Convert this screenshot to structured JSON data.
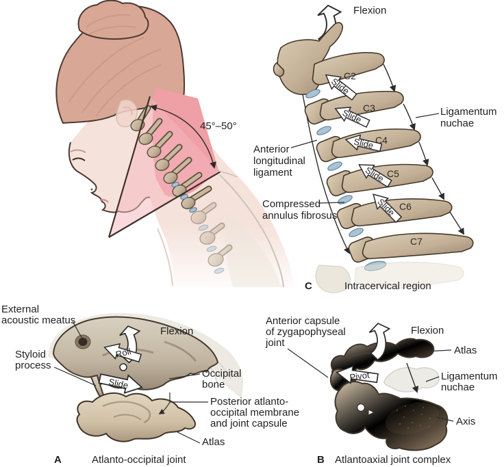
{
  "head": {
    "angle": "45°–50°"
  },
  "panelC": {
    "flexion": "Flexion",
    "slide": "Slide",
    "vertebrae": [
      "C2",
      "C3",
      "C4",
      "C5",
      "C6",
      "C7"
    ],
    "lig1": "Ligamentum",
    "lig2": "nuchae",
    "all1": "Anterior",
    "all2": "longitudinal",
    "all3": "ligament",
    "comp1": "Compressed",
    "comp2": "annulus fibrosus",
    "cap_letter": "C",
    "caption": "Intracervical region"
  },
  "panelA": {
    "ext1": "External",
    "ext2": "acoustic meatus",
    "sty1": "Styloid",
    "sty2": "process",
    "flexion": "Flexion",
    "roll": "Roll",
    "slide": "Slide",
    "occ1": "Occipital",
    "occ2": "bone",
    "mem1": "Posterior atlanto-",
    "mem2": "occipital membrane",
    "mem3": "and joint capsule",
    "atlas": "Atlas",
    "cap_letter": "A",
    "caption": "Atlanto-occipital joint"
  },
  "panelB": {
    "cap1": "Anterior capsule",
    "cap2": "of zygapophyseal",
    "cap3": "joint",
    "flexion": "Flexion",
    "pivot": "Pivot",
    "atlas": "Atlas",
    "lig1": "Ligamentum",
    "lig2": "nuchae",
    "axis": "Axis",
    "cap_letter": "B",
    "caption": "Atlantoaxial joint complex"
  },
  "colors": {
    "bone": "#c9b69c",
    "bone_dark": "#9a8570",
    "disc_blue": "#aac4d6",
    "outline": "#44382a",
    "pink_light": "#f3b9bd",
    "pink_deep": "#ee9aa1",
    "hair": "#d9a795",
    "skin": "#f5e2db",
    "text": "#1f1f1f",
    "arrow_fill": "#ffffff"
  }
}
